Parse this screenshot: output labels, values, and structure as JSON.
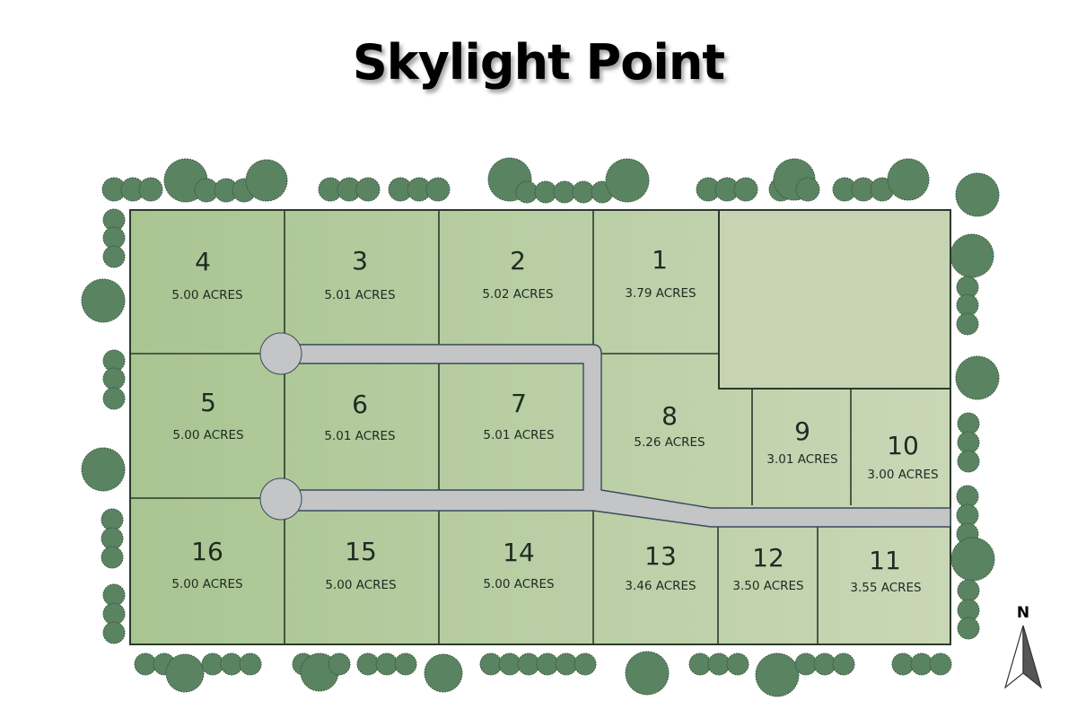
{
  "title": "Skylight Point",
  "colors": {
    "lot_fill_left": "#a9c592",
    "lot_fill_right": "#c7d6b3",
    "boundary": "#2c3a2a",
    "road": "#c3c5c6",
    "road_edge": "#3a4a5a",
    "tree": "#5a8362",
    "tree_edge": "#3d5a44"
  },
  "lots": [
    {
      "id": "1",
      "number": "1",
      "acres": "3.79 ACRES"
    },
    {
      "id": "2",
      "number": "2",
      "acres": "5.02 ACRES"
    },
    {
      "id": "3",
      "number": "3",
      "acres": "5.01 ACRES"
    },
    {
      "id": "4",
      "number": "4",
      "acres": "5.00 ACRES"
    },
    {
      "id": "5",
      "number": "5",
      "acres": "5.00 ACRES"
    },
    {
      "id": "6",
      "number": "6",
      "acres": "5.01 ACRES"
    },
    {
      "id": "7",
      "number": "7",
      "acres": "5.01 ACRES"
    },
    {
      "id": "8",
      "number": "8",
      "acres": "5.26 ACRES"
    },
    {
      "id": "9",
      "number": "9",
      "acres": "3.01 ACRES"
    },
    {
      "id": "10",
      "number": "10",
      "acres": "3.00 ACRES"
    },
    {
      "id": "11",
      "number": "11",
      "acres": "3.55 ACRES"
    },
    {
      "id": "12",
      "number": "12",
      "acres": "3.50 ACRES"
    },
    {
      "id": "13",
      "number": "13",
      "acres": "3.46 ACRES"
    },
    {
      "id": "14",
      "number": "14",
      "acres": "5.00 ACRES"
    },
    {
      "id": "15",
      "number": "15",
      "acres": "5.00 ACRES"
    },
    {
      "id": "16",
      "number": "16",
      "acres": "5.00 ACRES"
    }
  ],
  "compass": {
    "label": "N"
  }
}
